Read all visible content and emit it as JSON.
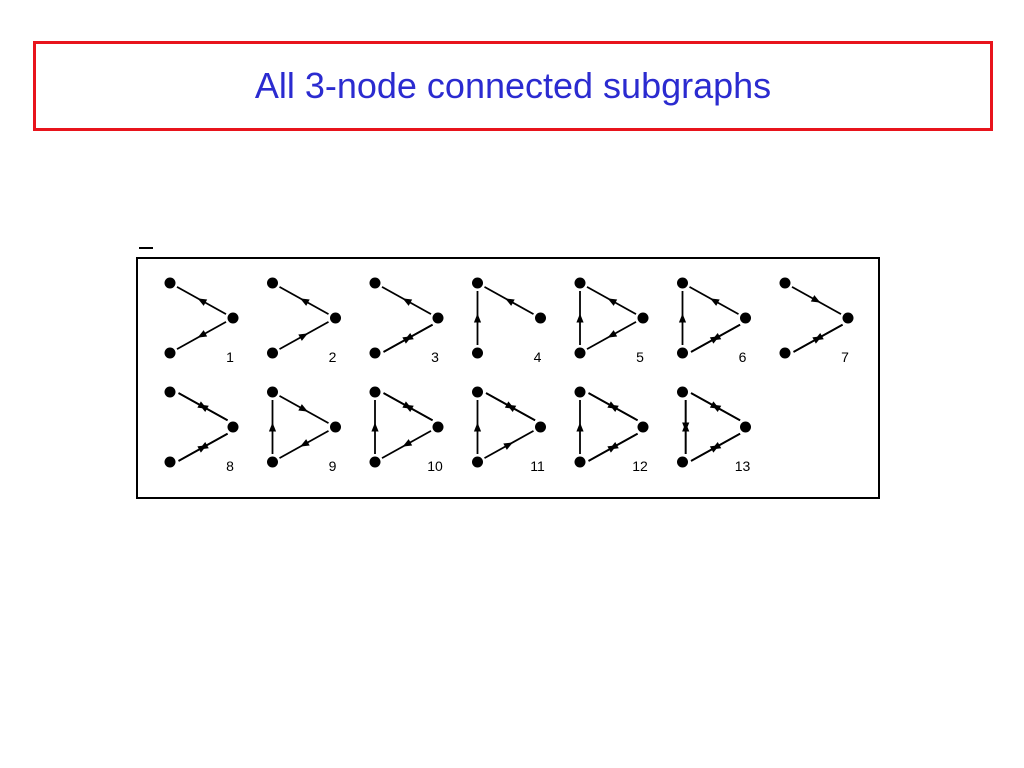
{
  "slide": {
    "title": "All 3-node connected subgraphs"
  },
  "colors": {
    "title_text": "#2b2bd0",
    "title_border": "#e8141c",
    "ink": "#000000"
  },
  "diagram": {
    "node_roles": [
      "top-left",
      "right",
      "bottom-left"
    ],
    "motifs": [
      {
        "label": "1",
        "edges": [
          [
            "right",
            "top-left"
          ],
          [
            "right",
            "bottom-left"
          ]
        ]
      },
      {
        "label": "2",
        "edges": [
          [
            "right",
            "top-left"
          ],
          [
            "bottom-left",
            "right"
          ]
        ]
      },
      {
        "label": "3",
        "edges": [
          [
            "right",
            "top-left"
          ],
          [
            "bottom-left",
            "right"
          ],
          [
            "right",
            "bottom-left"
          ]
        ]
      },
      {
        "label": "4",
        "edges": [
          [
            "right",
            "top-left"
          ],
          [
            "bottom-left",
            "top-left"
          ]
        ]
      },
      {
        "label": "5",
        "edges": [
          [
            "right",
            "top-left"
          ],
          [
            "bottom-left",
            "top-left"
          ],
          [
            "right",
            "bottom-left"
          ]
        ]
      },
      {
        "label": "6",
        "edges": [
          [
            "right",
            "top-left"
          ],
          [
            "bottom-left",
            "top-left"
          ],
          [
            "bottom-left",
            "right"
          ],
          [
            "right",
            "bottom-left"
          ]
        ]
      },
      {
        "label": "7",
        "edges": [
          [
            "top-left",
            "right"
          ],
          [
            "bottom-left",
            "right"
          ],
          [
            "right",
            "bottom-left"
          ]
        ]
      },
      {
        "label": "8",
        "edges": [
          [
            "top-left",
            "right"
          ],
          [
            "right",
            "top-left"
          ],
          [
            "bottom-left",
            "right"
          ],
          [
            "right",
            "bottom-left"
          ]
        ]
      },
      {
        "label": "9",
        "edges": [
          [
            "top-left",
            "right"
          ],
          [
            "right",
            "bottom-left"
          ],
          [
            "bottom-left",
            "top-left"
          ]
        ]
      },
      {
        "label": "10",
        "edges": [
          [
            "top-left",
            "right"
          ],
          [
            "right",
            "top-left"
          ],
          [
            "right",
            "bottom-left"
          ],
          [
            "bottom-left",
            "top-left"
          ]
        ]
      },
      {
        "label": "11",
        "edges": [
          [
            "top-left",
            "right"
          ],
          [
            "right",
            "top-left"
          ],
          [
            "bottom-left",
            "right"
          ],
          [
            "bottom-left",
            "top-left"
          ]
        ]
      },
      {
        "label": "12",
        "edges": [
          [
            "top-left",
            "right"
          ],
          [
            "right",
            "top-left"
          ],
          [
            "bottom-left",
            "right"
          ],
          [
            "right",
            "bottom-left"
          ],
          [
            "bottom-left",
            "top-left"
          ]
        ]
      },
      {
        "label": "13",
        "edges": [
          [
            "top-left",
            "right"
          ],
          [
            "right",
            "top-left"
          ],
          [
            "bottom-left",
            "right"
          ],
          [
            "right",
            "bottom-left"
          ],
          [
            "bottom-left",
            "top-left"
          ],
          [
            "top-left",
            "bottom-left"
          ]
        ]
      }
    ]
  }
}
